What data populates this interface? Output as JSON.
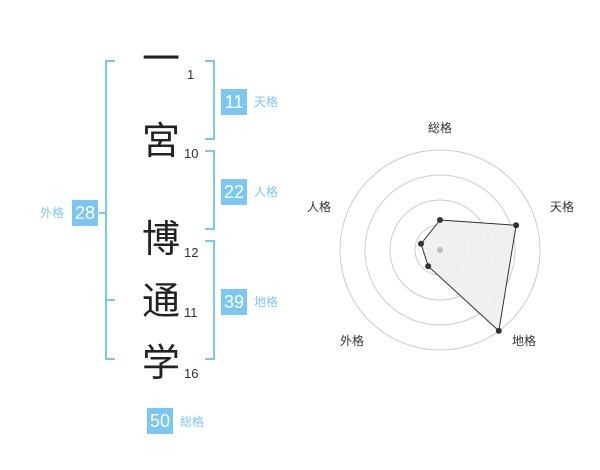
{
  "name_chars": [
    {
      "char": "一",
      "strokes": "1"
    },
    {
      "char": "宮",
      "strokes": "10"
    },
    {
      "char": "博",
      "strokes": "12"
    },
    {
      "char": "通",
      "strokes": "11"
    },
    {
      "char": "学",
      "strokes": "16"
    }
  ],
  "fortunes": {
    "tenkaku": {
      "value": "11",
      "label": "天格"
    },
    "jinkaku": {
      "value": "22",
      "label": "人格"
    },
    "chikaku": {
      "value": "39",
      "label": "地格"
    },
    "gaikaku": {
      "value": "28",
      "label": "外格"
    },
    "soukaku": {
      "value": "50",
      "label": "総格"
    }
  },
  "colors": {
    "accent": "#7cc7f2",
    "text": "#222222",
    "grid": "#cccccc",
    "fill": "#eeeeee"
  },
  "chart_data": {
    "type": "radar",
    "axes": [
      "総格",
      "天格",
      "地格",
      "外格",
      "人格"
    ],
    "values": [
      0.3,
      0.8,
      1.0,
      0.2,
      0.2
    ],
    "rings": 4,
    "range": [
      0,
      1
    ]
  }
}
